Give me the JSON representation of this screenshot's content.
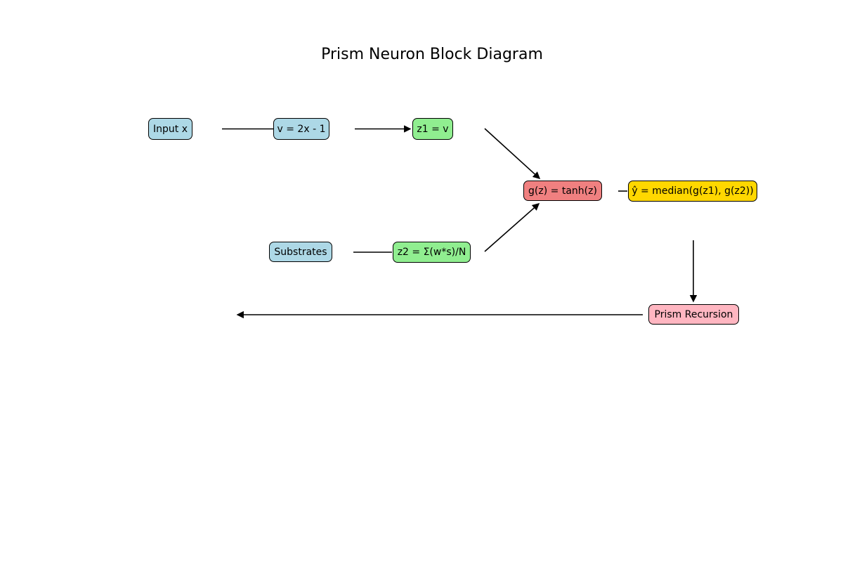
{
  "title": "Prism Neuron Block Diagram",
  "colors": {
    "background": "#ffffff",
    "box_border": "#000000",
    "arrow": "#000000",
    "text": "#000000",
    "lightblue": "#add8e6",
    "lightgreen": "#90ee90",
    "lightcoral": "#f08080",
    "gold": "#ffd700",
    "lightpink": "#ffb6c1"
  },
  "nodes": [
    {
      "id": "input-x",
      "label": "Input x",
      "color": "#add8e6"
    },
    {
      "id": "v-formula",
      "label": "v = 2x - 1",
      "color": "#add8e6"
    },
    {
      "id": "z1-formula",
      "label": "z1 = v",
      "color": "#90ee90"
    },
    {
      "id": "activation",
      "label": "g(z) = tanh(z)",
      "color": "#f08080"
    },
    {
      "id": "output-median",
      "label": "ŷ = median(g(z1), g(z2))",
      "color": "#ffd700"
    },
    {
      "id": "substrates",
      "label": "Substrates",
      "color": "#add8e6"
    },
    {
      "id": "z2-formula",
      "label": "z2 = Σ(w*s)/N",
      "color": "#90ee90"
    },
    {
      "id": "prism-recursion",
      "label": "Prism Recursion",
      "color": "#ffb6c1"
    }
  ],
  "edges": [
    {
      "from": "Input x",
      "to": "v = 2x - 1",
      "arrowhead": false
    },
    {
      "from": "v = 2x - 1",
      "to": "z1 = v",
      "arrowhead": true
    },
    {
      "from": "z1 = v",
      "to": "g(z) = tanh(z)",
      "arrowhead": true
    },
    {
      "from": "Substrates",
      "to": "z2 = Σ(w*s)/N",
      "arrowhead": false
    },
    {
      "from": "z2 = Σ(w*s)/N",
      "to": "g(z) = tanh(z)",
      "arrowhead": true
    },
    {
      "from": "g(z) = tanh(z)",
      "to": "ŷ = median(g(z1), g(z2))",
      "arrowhead": false
    },
    {
      "from": "ŷ = median(g(z1), g(z2))",
      "to": "Prism Recursion",
      "arrowhead": true
    },
    {
      "from": "Prism Recursion",
      "to": "feedback-left",
      "arrowhead": true
    }
  ]
}
